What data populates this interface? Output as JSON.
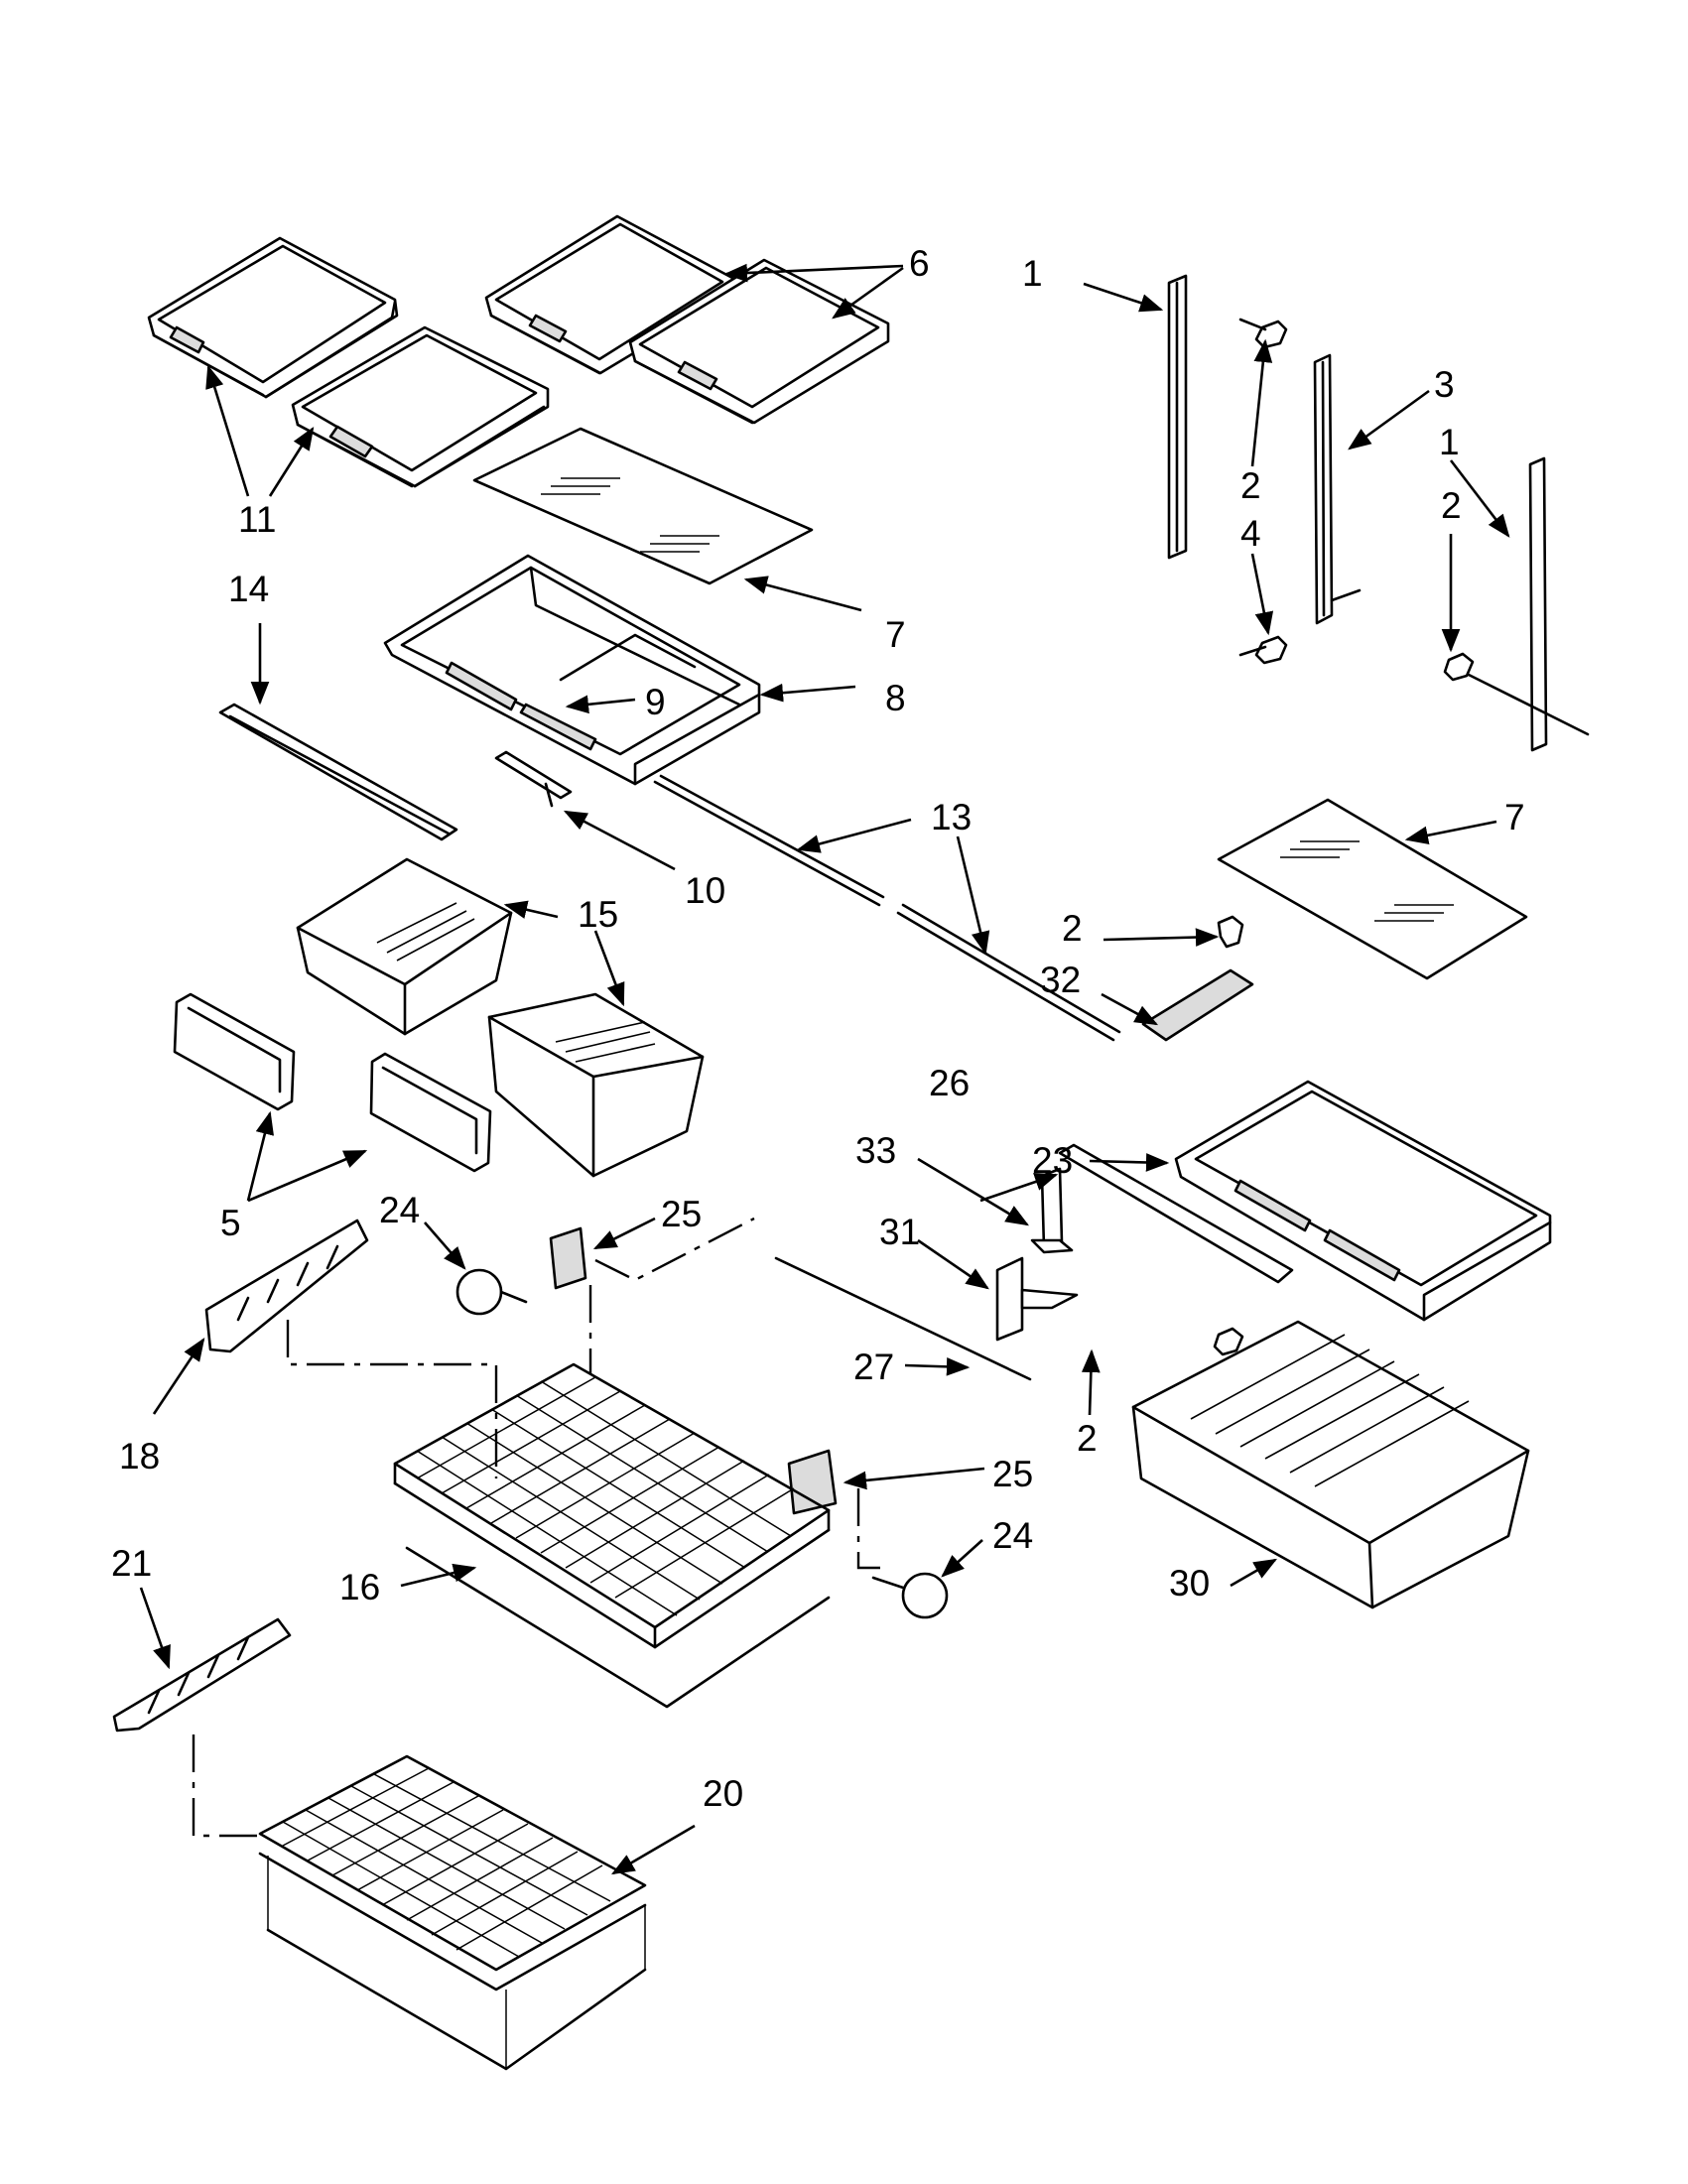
{
  "callouts": [
    {
      "id": "c1a",
      "text": "1"
    },
    {
      "id": "c1b",
      "text": "1"
    },
    {
      "id": "c2a",
      "text": "2"
    },
    {
      "id": "c2b",
      "text": "2"
    },
    {
      "id": "c2c",
      "text": "2"
    },
    {
      "id": "c2d",
      "text": "2"
    },
    {
      "id": "c3",
      "text": "3"
    },
    {
      "id": "c4",
      "text": "4"
    },
    {
      "id": "c5",
      "text": "5"
    },
    {
      "id": "c6",
      "text": "6"
    },
    {
      "id": "c7a",
      "text": "7"
    },
    {
      "id": "c7b",
      "text": "7"
    },
    {
      "id": "c8",
      "text": "8"
    },
    {
      "id": "c9",
      "text": "9"
    },
    {
      "id": "c10",
      "text": "10"
    },
    {
      "id": "c11",
      "text": "11"
    },
    {
      "id": "c13",
      "text": "13"
    },
    {
      "id": "c14",
      "text": "14"
    },
    {
      "id": "c15",
      "text": "15"
    },
    {
      "id": "c16",
      "text": "16"
    },
    {
      "id": "c18",
      "text": "18"
    },
    {
      "id": "c20",
      "text": "20"
    },
    {
      "id": "c21",
      "text": "21"
    },
    {
      "id": "c23",
      "text": "23"
    },
    {
      "id": "c24a",
      "text": "24"
    },
    {
      "id": "c24b",
      "text": "24"
    },
    {
      "id": "c25a",
      "text": "25"
    },
    {
      "id": "c25b",
      "text": "25"
    },
    {
      "id": "c26",
      "text": "26"
    },
    {
      "id": "c27",
      "text": "27"
    },
    {
      "id": "c30",
      "text": "30"
    },
    {
      "id": "c31",
      "text": "31"
    },
    {
      "id": "c32",
      "text": "32"
    },
    {
      "id": "c33",
      "text": "33"
    }
  ]
}
